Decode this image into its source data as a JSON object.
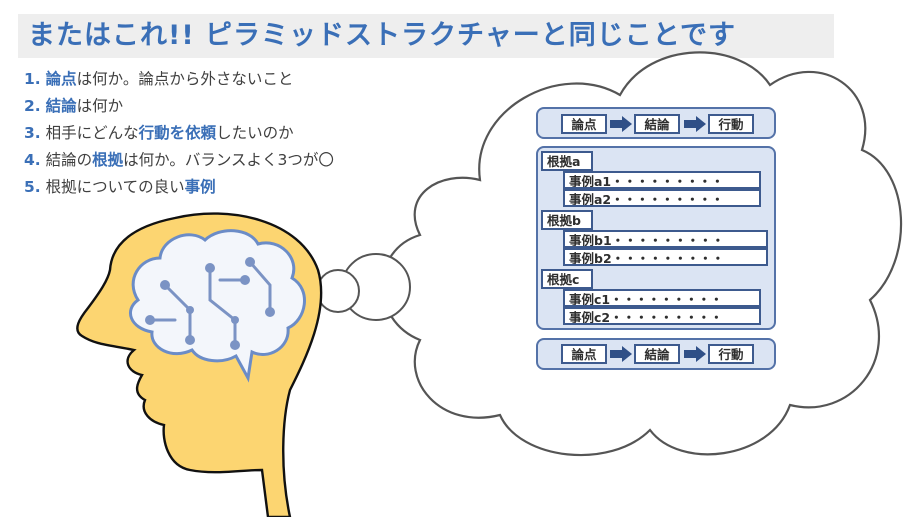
{
  "title": "またはこれ!!  ピラミッドストラクチャーと同じことです",
  "points": [
    {
      "num": "1.",
      "parts": [
        {
          "t": "論点",
          "hl": true
        },
        {
          "t": "は何か。論点から外さないこと",
          "hl": false
        }
      ]
    },
    {
      "num": "2.",
      "parts": [
        {
          "t": "結論",
          "hl": true
        },
        {
          "t": "は何か",
          "hl": false
        }
      ]
    },
    {
      "num": "3.",
      "parts": [
        {
          "t": "相手にどんな",
          "hl": false
        },
        {
          "t": "行動を依頼",
          "hl": true
        },
        {
          "t": "したいのか",
          "hl": false
        }
      ]
    },
    {
      "num": "4.",
      "parts": [
        {
          "t": "結論の",
          "hl": false
        },
        {
          "t": "根拠",
          "hl": true
        },
        {
          "t": "は何か。バランスよく3つが〇",
          "hl": false
        }
      ]
    },
    {
      "num": "5.",
      "parts": [
        {
          "t": "根拠についての良い",
          "hl": false
        },
        {
          "t": "事例",
          "hl": true
        }
      ]
    }
  ],
  "flow_top": {
    "a": "論点",
    "b": "結論",
    "c": "行動"
  },
  "flow_bottom": {
    "a": "論点",
    "b": "結論",
    "c": "行動"
  },
  "evidence": [
    {
      "label": "根拠a",
      "cases": [
        "事例a1・・・・・・・・・",
        "事例a2・・・・・・・・・"
      ]
    },
    {
      "label": "根拠b",
      "cases": [
        "事例b1・・・・・・・・・",
        "事例b2・・・・・・・・・"
      ]
    },
    {
      "label": "根拠c",
      "cases": [
        "事例c1・・・・・・・・・",
        "事例c2・・・・・・・・・"
      ]
    }
  ],
  "colors": {
    "accent": "#3a6fb7",
    "head": "#fcd571",
    "panel": "#dbe4f3",
    "brain": "#6b8cc7"
  }
}
